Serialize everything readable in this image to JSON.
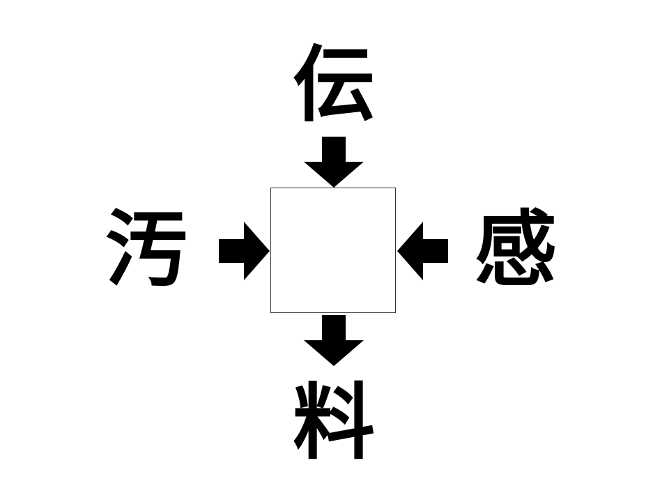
{
  "puzzle": {
    "top_kanji": "伝",
    "left_kanji": "汚",
    "right_kanji": "感",
    "bottom_kanji": "料",
    "answer": ""
  },
  "icons": {
    "top_arrow": "arrow-down-icon",
    "left_arrow": "arrow-right-icon",
    "right_arrow": "arrow-left-icon",
    "bottom_arrow": "arrow-down-icon"
  },
  "colors": {
    "ink": "#000000",
    "box_border": "#333333",
    "background": "#ffffff"
  }
}
